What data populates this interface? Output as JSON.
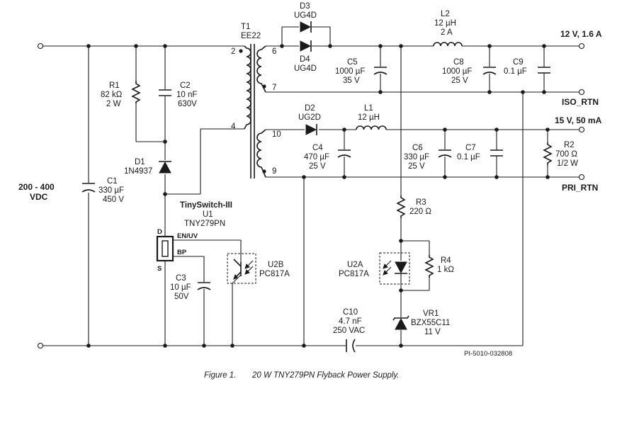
{
  "labels": {
    "input_voltage_1": "200 - 400",
    "input_voltage_2": "VDC",
    "out12": "12 V, 1.6 A",
    "iso_rtn": "ISO_RTN",
    "out15": "15 V, 50 mA",
    "pri_rtn": "PRI_RTN",
    "drawing_ref": "PI-5010-032808",
    "caption_num": "Figure 1.",
    "caption_text": "20 W TNY279PN Flyback Power Supply.",
    "tinyswitch": "TinySwitch-III",
    "pin_d": "D",
    "pin_s": "S",
    "pin_enuv": "EN/UV",
    "pin_bp": "BP",
    "tap_2": "2",
    "tap_4": "4",
    "tap_6": "6",
    "tap_7": "7",
    "tap_10": "10",
    "tap_9": "9"
  },
  "components": {
    "T1": {
      "ref": "T1",
      "value": "EE22"
    },
    "D3": {
      "ref": "D3",
      "value": "UG4D"
    },
    "D4": {
      "ref": "D4",
      "value": "UG4D"
    },
    "L2": {
      "ref": "L2",
      "v1": "12 µH",
      "v2": "2 A"
    },
    "C5": {
      "ref": "C5",
      "v1": "1000 µF",
      "v2": "35 V"
    },
    "C8": {
      "ref": "C8",
      "v1": "1000 µF",
      "v2": "25 V"
    },
    "C9": {
      "ref": "C9",
      "v1": "0.1 µF"
    },
    "R1": {
      "ref": "R1",
      "v1": "82 kΩ",
      "v2": "2 W"
    },
    "C2": {
      "ref": "C2",
      "v1": "10 nF",
      "v2": "630V"
    },
    "D2": {
      "ref": "D2",
      "value": "UG2D"
    },
    "L1": {
      "ref": "L1",
      "v1": "12 µH"
    },
    "C4": {
      "ref": "C4",
      "v1": "470 µF",
      "v2": "25 V"
    },
    "C6": {
      "ref": "C6",
      "v1": "330 µF",
      "v2": "25 V"
    },
    "C7": {
      "ref": "C7",
      "v1": "0.1 µF"
    },
    "R2": {
      "ref": "R2",
      "v1": "700 Ω",
      "v2": "1/2 W"
    },
    "D1": {
      "ref": "D1",
      "value": "1N4937"
    },
    "C1": {
      "ref": "C1",
      "v1": "330 µF",
      "v2": "450 V"
    },
    "U1": {
      "ref": "U1",
      "value": "TNY279PN"
    },
    "U2B": {
      "ref": "U2B",
      "value": "PC817A"
    },
    "R3": {
      "ref": "R3",
      "v1": "220 Ω"
    },
    "U2A": {
      "ref": "U2A",
      "value": "PC817A"
    },
    "R4": {
      "ref": "R4",
      "v1": "1 kΩ"
    },
    "C3": {
      "ref": "C3",
      "v1": "10 µF",
      "v2": "50V"
    },
    "C10": {
      "ref": "C10",
      "v1": "4.7 nF",
      "v2": "250 VAC"
    },
    "VR1": {
      "ref": "VR1",
      "v1": "BZX55C11",
      "v2": "11 V"
    }
  }
}
